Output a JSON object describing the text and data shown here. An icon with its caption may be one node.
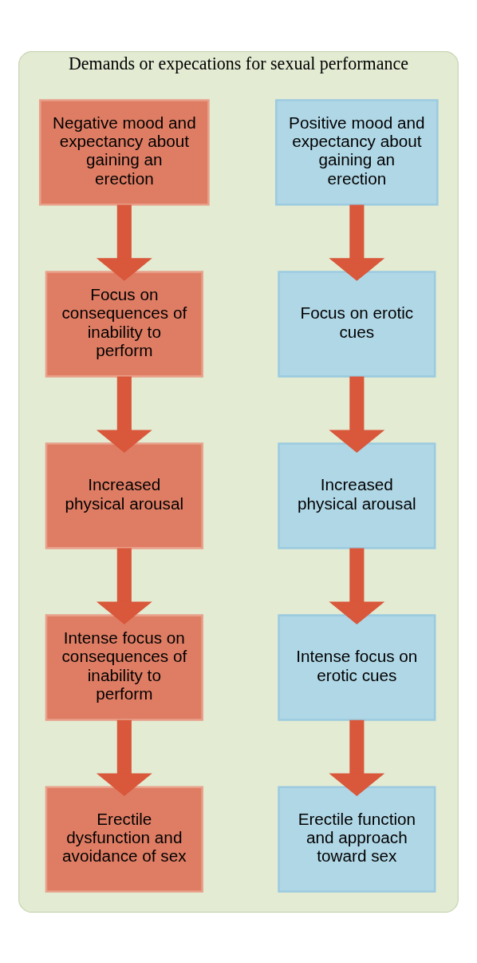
{
  "diagram": {
    "nodes": [
      {
        "text": [
          "Demands or expecations for sexual performance"
        ]
      },
      {
        "text": [
          "Positive mood and expectancy about gaining an erection"
        ],
        "in": 0
      },
      {
        "text": [
          "Negative mood and expectancy about gaining an erection"
        ],
        "in": 0
      },
      {
        "text": [
          "Focus on erotic cues"
        ],
        "in": 0
      },
      {
        "text": [
          "Focus on consequences of inability to perform"
        ],
        "in": 0
      },
      {
        "text": [
          "Increased physical arousal"
        ],
        "in": 0
      },
      {
        "text": [
          "Increased physical arousal"
        ],
        "in": 0
      },
      {
        "text": [
          "Intense focus on erotic cues"
        ],
        "in": 0
      },
      {
        "text": [
          "Intense focus on consequences of inability to perform"
        ],
        "in": 0
      },
      {
        "text": [
          "Erectile function and approach toward sex"
        ],
        "in": 0
      },
      {
        "text": [
          "Erectile dysfunction and avoidance of sex"
        ],
        "in": 0
      }
    ],
    "edges": [
      {
        "from": 1,
        "to": 3,
        "arrow": "to"
      },
      {
        "from": 3,
        "to": 5,
        "arrow": "to"
      },
      {
        "from": 5,
        "to": 7,
        "arrow": "to"
      },
      {
        "from": 7,
        "to": 9,
        "arrow": "to"
      },
      {
        "from": 2,
        "to": 4,
        "arrow": "to"
      },
      {
        "from": 4,
        "to": 6,
        "arrow": "to"
      },
      {
        "from": 6,
        "to": 8,
        "arrow": "to"
      },
      {
        "from": 8,
        "to": 10,
        "arrow": "to"
      }
    ]
  }
}
